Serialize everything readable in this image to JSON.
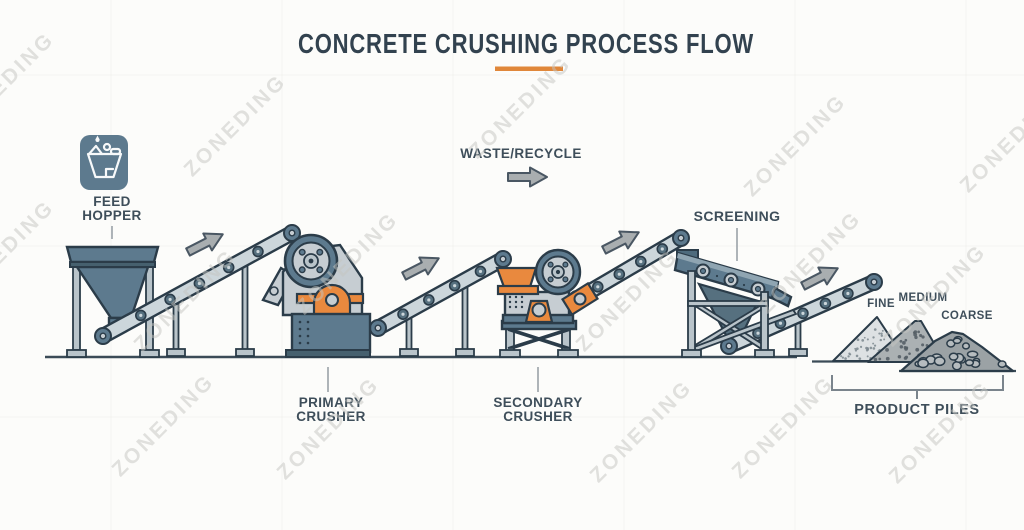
{
  "title": "CONCRETE CRUSHING PROCESS FLOW",
  "labels": {
    "feed_hopper": {
      "line1": "FEED",
      "line2": "HOPPER"
    },
    "waste_recycle": "WASTE/RECYCLE",
    "primary_crusher": {
      "line1": "PRIMARY",
      "line2": "CRUSHER"
    },
    "secondary_crusher": {
      "line1": "SECONDARY",
      "line2": "CRUSHER"
    },
    "screening": "SCREENING",
    "piles": {
      "fine": "FINE",
      "medium": "MEDIUM",
      "coarse": "COARSE"
    },
    "product_piles": "PRODUCT PILES"
  },
  "watermark": {
    "text": "ZONEDING"
  },
  "colors": {
    "title": "#32424F",
    "label": "#3E4E5A",
    "underline": "#E0873A",
    "outline": "#2B3C49",
    "slate": "#5D7A8E",
    "slate_dark": "#46606E",
    "light_gray": "#C6CDD2",
    "leg_gray": "#B9C4CA",
    "belt": "#CCD6DB",
    "roller": "#56707F",
    "orange": "#E9893E",
    "arrow_fill": "#A9AEB0",
    "arrow_outline": "#4A5763",
    "ground": "#3B4B57",
    "tick": "#9AA2A8",
    "watermark": "#C5C6C2",
    "pile_fine": "#DDE1E3",
    "pile_medium": "#ABB1B3",
    "pile_coarse": "#9BA2A5",
    "speckle_fine": "#7B878E",
    "speckle_medium": "#555F66",
    "rock_fill": "#B6BCBF"
  }
}
